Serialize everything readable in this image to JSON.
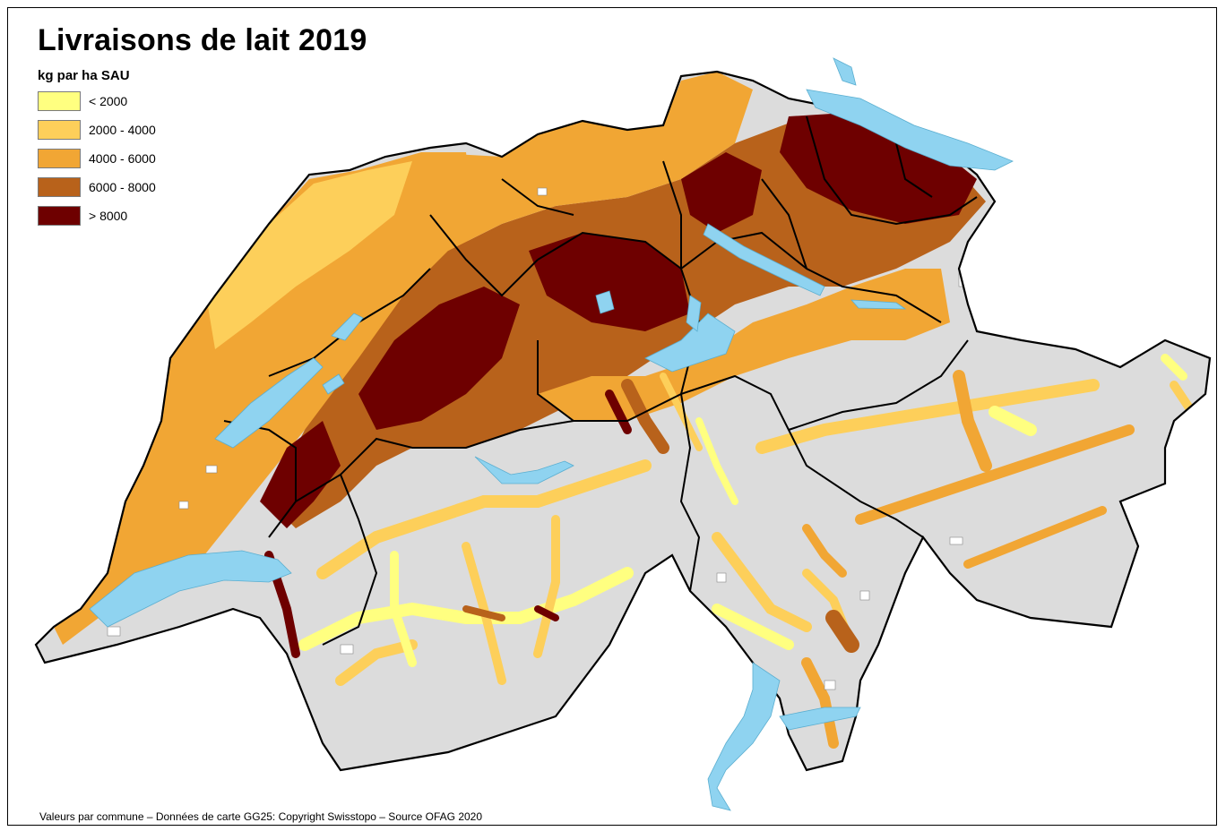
{
  "map": {
    "title": "Livraisons de lait 2019",
    "legend_title": "kg par ha SAU",
    "legend": [
      {
        "label": "< 2000",
        "color": "#ffff80"
      },
      {
        "label": "2000 - 4000",
        "color": "#fdcf5a"
      },
      {
        "label": "4000 - 6000",
        "color": "#f1a634"
      },
      {
        "label": "6000 - 8000",
        "color": "#b8621b"
      },
      {
        "label": "> 8000",
        "color": "#6e0000"
      }
    ],
    "footer": "Valeurs par commune – Données de carte GG25: Copyright Swisstopo – Source OFAG 2020",
    "colors": {
      "no_data_region": "#dcdcdc",
      "water": "#8fd3f0",
      "borders": "#000000",
      "commune_lines": "#777777",
      "no_value": "#ffffff"
    }
  }
}
